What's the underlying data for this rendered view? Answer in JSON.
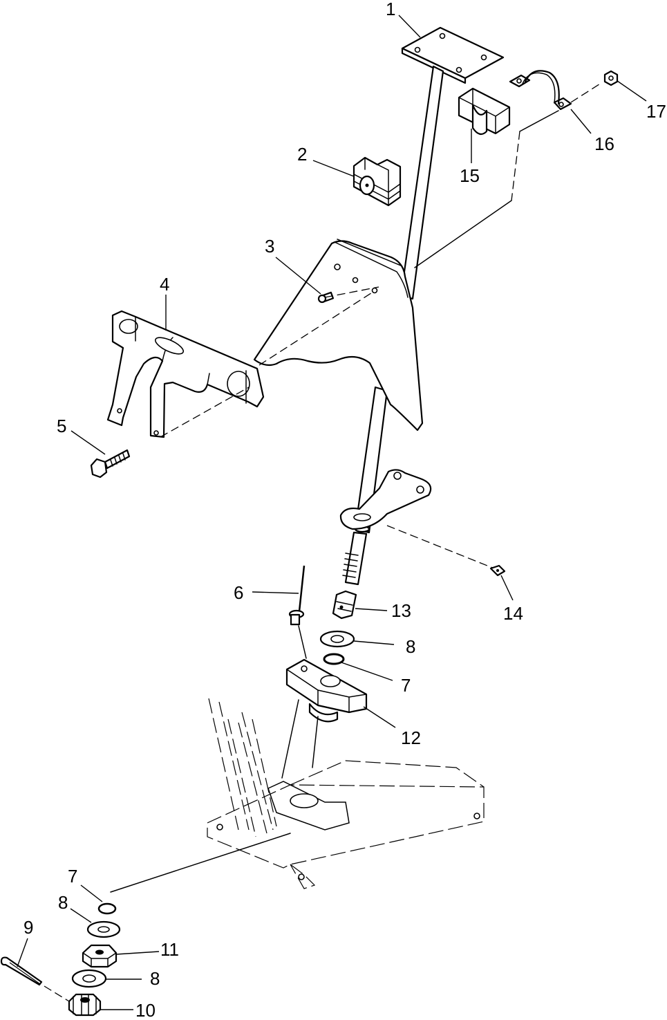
{
  "callouts": [
    {
      "id": "c1",
      "text": "1"
    },
    {
      "id": "c2",
      "text": "2"
    },
    {
      "id": "c3",
      "text": "3"
    },
    {
      "id": "c4",
      "text": "4"
    },
    {
      "id": "c5",
      "text": "5"
    },
    {
      "id": "c6",
      "text": "6"
    },
    {
      "id": "c7a",
      "text": "7"
    },
    {
      "id": "c7b",
      "text": "7"
    },
    {
      "id": "c8a",
      "text": "8"
    },
    {
      "id": "c8b",
      "text": "8"
    },
    {
      "id": "c8c",
      "text": "8"
    },
    {
      "id": "c9",
      "text": "9"
    },
    {
      "id": "c10",
      "text": "10"
    },
    {
      "id": "c11",
      "text": "11"
    },
    {
      "id": "c12",
      "text": "12"
    },
    {
      "id": "c13",
      "text": "13"
    },
    {
      "id": "c14",
      "text": "14"
    },
    {
      "id": "c15",
      "text": "15"
    },
    {
      "id": "c16",
      "text": "16"
    },
    {
      "id": "c17",
      "text": "17"
    }
  ]
}
